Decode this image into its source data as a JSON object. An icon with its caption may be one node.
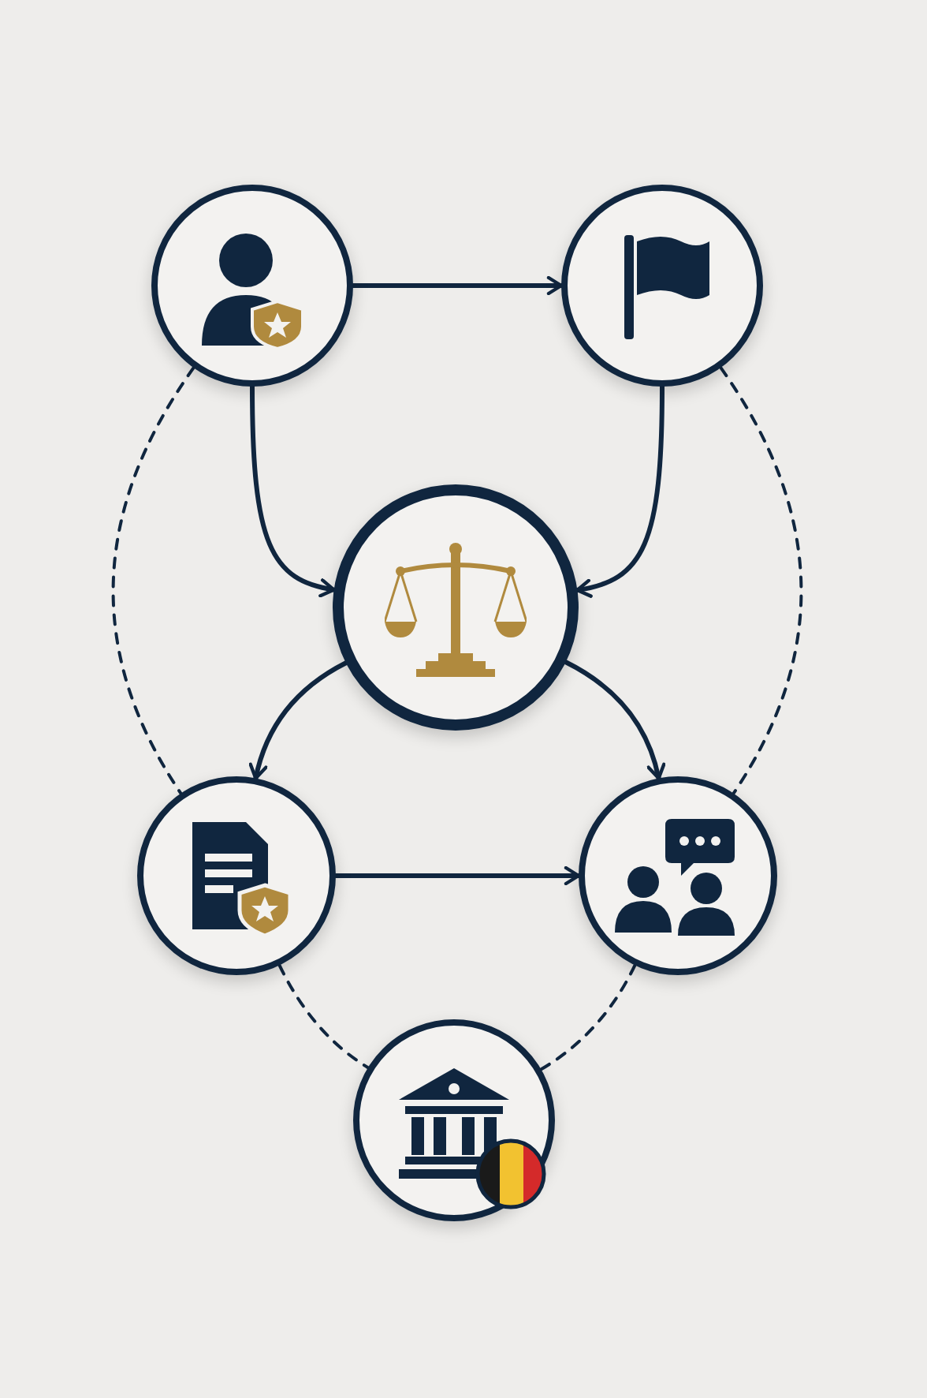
{
  "diagram": {
    "nodes": [
      {
        "text": [],
        "shape": "circle"
      },
      {
        "text": [],
        "shape": "circle"
      },
      {
        "text": [],
        "shape": "circle"
      },
      {
        "text": [],
        "shape": "circle"
      },
      {
        "text": [],
        "shape": "circle"
      },
      {
        "text": [],
        "shape": "circle"
      }
    ],
    "edges": [
      {
        "from": 0,
        "to": 1,
        "arrow": "to"
      },
      {
        "from": 0,
        "to": 2,
        "arrow": "to"
      },
      {
        "from": 1,
        "to": 2,
        "arrow": "to"
      },
      {
        "from": 2,
        "to": 3,
        "arrow": "to"
      },
      {
        "from": 2,
        "to": 4,
        "arrow": "to"
      },
      {
        "from": 3,
        "to": 4,
        "arrow": "to"
      },
      {
        "from": 0,
        "to": 3,
        "arrow": "none",
        "style": "dashed"
      },
      {
        "from": 1,
        "to": 4,
        "arrow": "none",
        "style": "dashed"
      },
      {
        "from": 3,
        "to": 5,
        "arrow": "none",
        "style": "dashed"
      },
      {
        "from": 4,
        "to": 5,
        "arrow": "none",
        "style": "dashed"
      }
    ]
  }
}
